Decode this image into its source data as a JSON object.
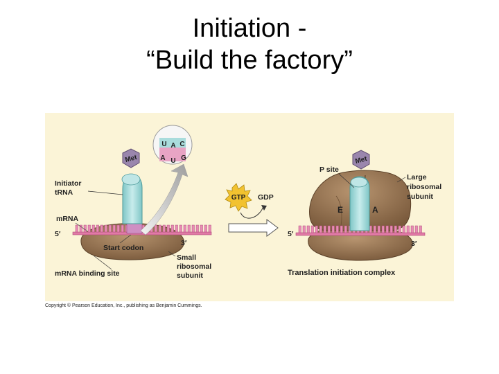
{
  "title": {
    "line1": "Initiation -",
    "line2": "“Build the factory”"
  },
  "figure": {
    "left_panel": {
      "met": "Met",
      "anticodon": [
        "U",
        "A",
        "C"
      ],
      "codon": [
        "A",
        "U",
        "G"
      ],
      "initiator_trna": [
        "Initiator",
        "tRNA"
      ],
      "mrna": "mRNA",
      "five_prime": "5′",
      "three_prime": "3′",
      "start_codon": "Start codon",
      "small_subunit": [
        "Small",
        "ribosomal",
        "subunit"
      ],
      "binding_site": "mRNA binding site"
    },
    "middle": {
      "gtp": "GTP",
      "gdp": "GDP"
    },
    "right_panel": {
      "met": "Met",
      "p_site": "P site",
      "large_subunit": [
        "Large",
        "ribosomal",
        "subunit"
      ],
      "e_site": "E",
      "a_site": "A",
      "five_prime": "5′",
      "three_prime": "3′",
      "complex": "Translation initiation complex"
    },
    "colors": {
      "background": "#fbf4d7",
      "ribosome": "#8a6a48",
      "ribosome_dark": "#6b4e33",
      "trna": "#a9dcdc",
      "met": "#9a86ad",
      "mrna": "#e17aa6",
      "gtp": "#f2c230"
    }
  },
  "copyright": "Copyright © Pearson Education, Inc., publishing as Benjamin Cummings."
}
